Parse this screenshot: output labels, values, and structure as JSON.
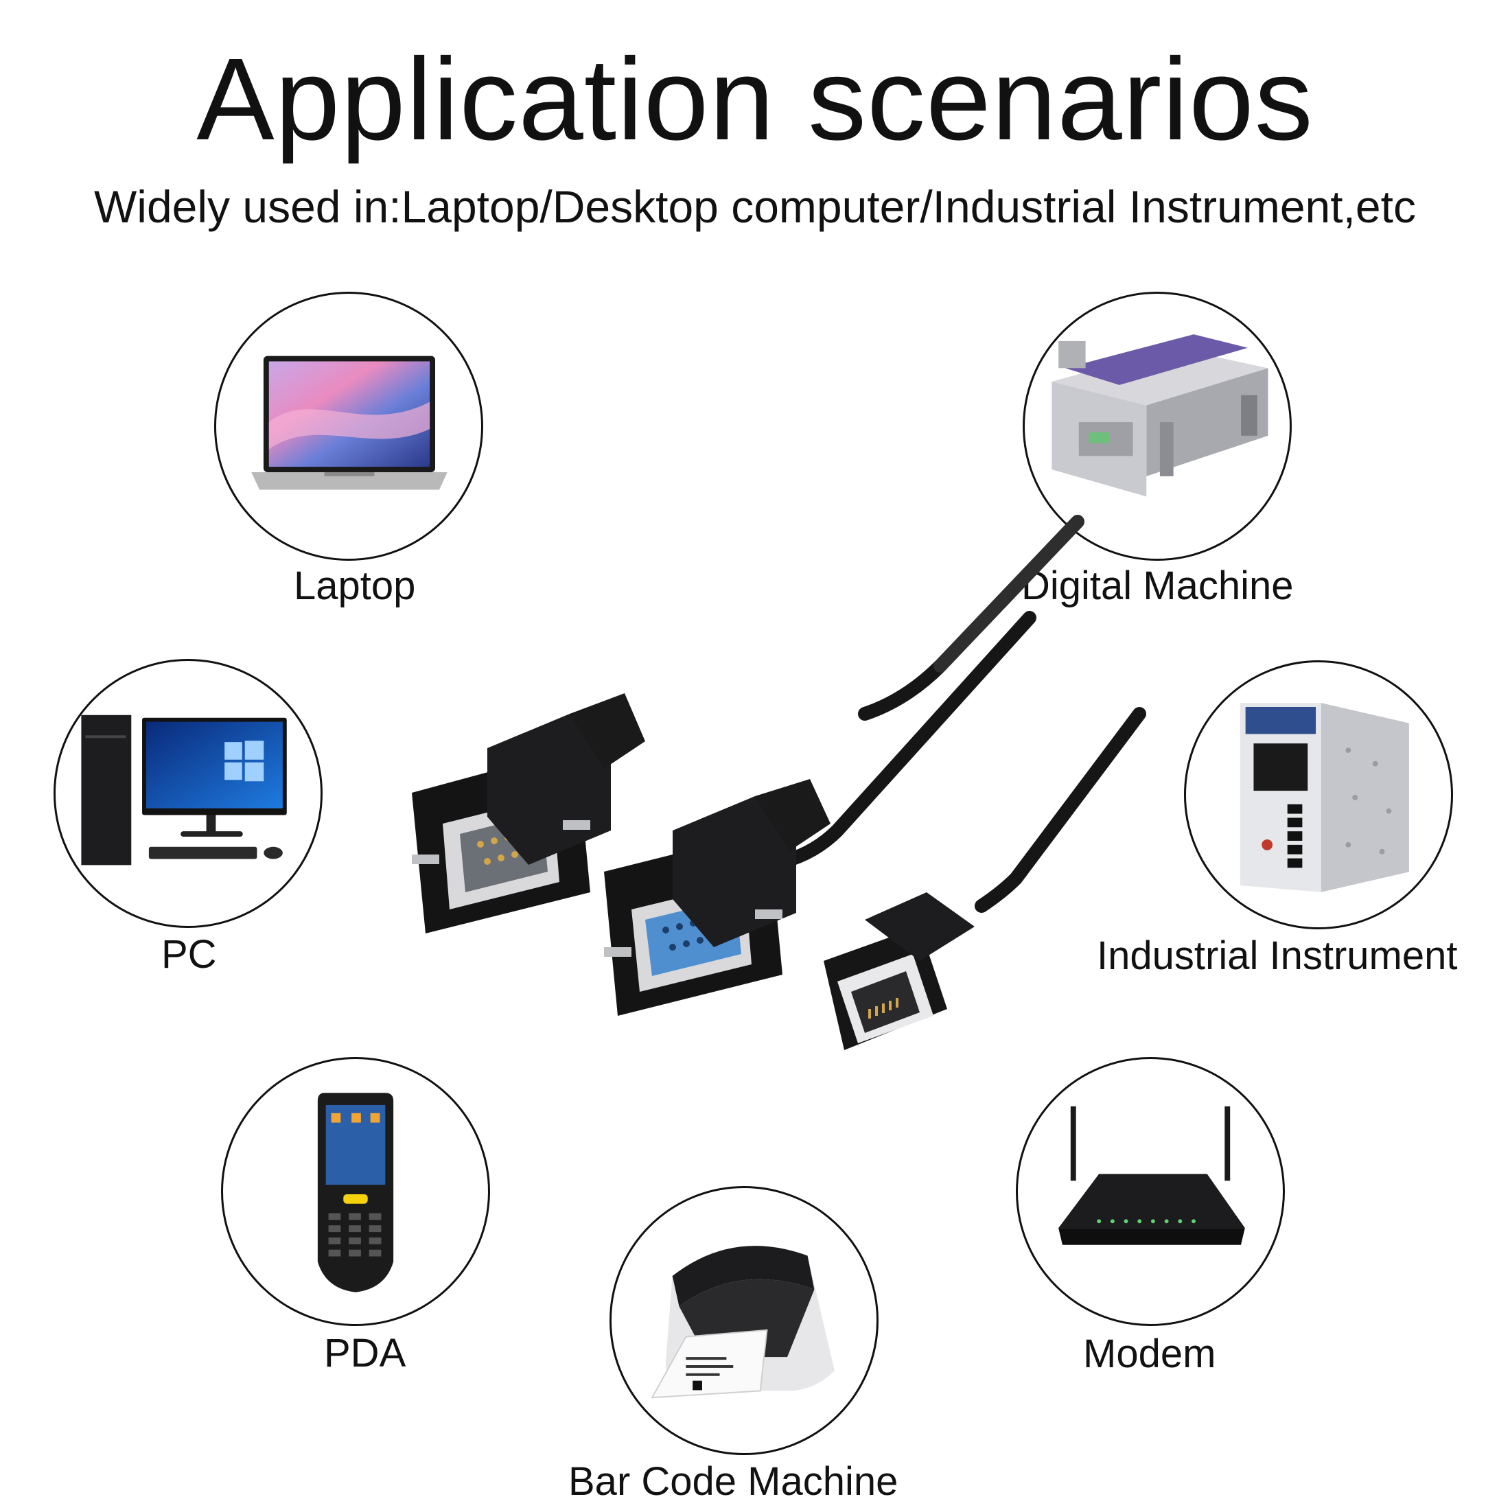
{
  "header": {
    "title": "Application scenarios",
    "subtitle": "Widely used in:Laptop/Desktop computer/Industrial Instrument,etc"
  },
  "scenarios": [
    {
      "label": "Laptop",
      "icon": "laptop-icon"
    },
    {
      "label": "Digital Machine",
      "icon": "digital-machine-icon"
    },
    {
      "label": "PC",
      "icon": "pc-icon"
    },
    {
      "label": "Industrial Instrument",
      "icon": "industrial-instrument-icon"
    },
    {
      "label": "PDA",
      "icon": "pda-icon"
    },
    {
      "label": "Modem",
      "icon": "modem-icon"
    },
    {
      "label": "Bar Code Machine",
      "icon": "barcode-printer-icon"
    }
  ],
  "product": {
    "icon": "serial-cable-icon"
  }
}
